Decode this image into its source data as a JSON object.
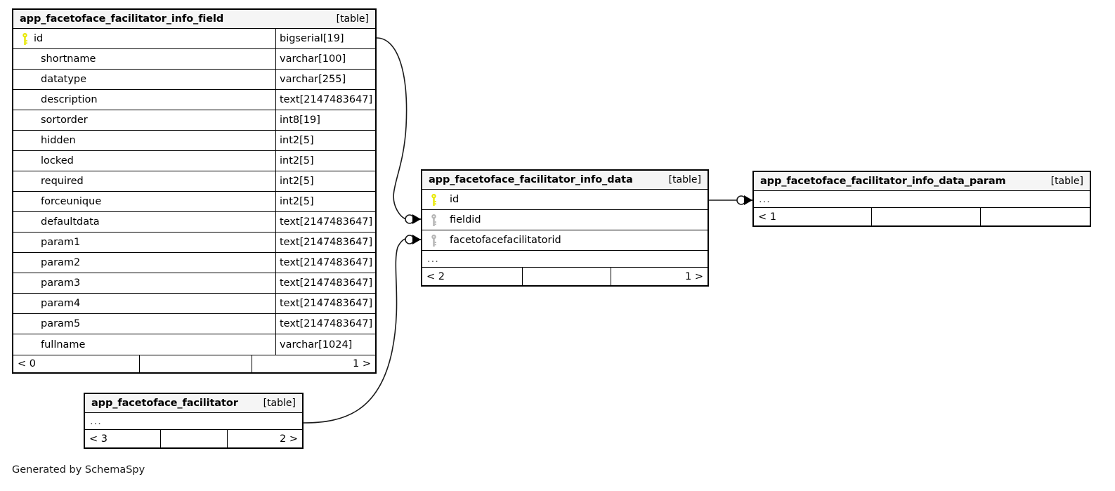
{
  "diagram": {
    "type": "entity-relationship-diagram",
    "credit": "Generated by SchemaSpy",
    "table_tag": "[table]",
    "ellipsis": "...",
    "colors": {
      "background": "#ffffff",
      "border": "#000000",
      "header_fill": "#f5f5f5",
      "primary_key": "#e8e800",
      "foreign_key": "#b0b0b0",
      "text": "#000000"
    }
  },
  "tables": [
    {
      "id": "app_facetoface_facilitator_info_field",
      "title": "app_facetoface_facilitator_info_field",
      "tag": "[table]",
      "columns": [
        {
          "key": "primary",
          "name": "id",
          "type": "bigserial[19]"
        },
        {
          "key": "none",
          "name": "shortname",
          "type": "varchar[100]"
        },
        {
          "key": "none",
          "name": "datatype",
          "type": "varchar[255]"
        },
        {
          "key": "none",
          "name": "description",
          "type": "text[2147483647]"
        },
        {
          "key": "none",
          "name": "sortorder",
          "type": "int8[19]"
        },
        {
          "key": "none",
          "name": "hidden",
          "type": "int2[5]"
        },
        {
          "key": "none",
          "name": "locked",
          "type": "int2[5]"
        },
        {
          "key": "none",
          "name": "required",
          "type": "int2[5]"
        },
        {
          "key": "none",
          "name": "forceunique",
          "type": "int2[5]"
        },
        {
          "key": "none",
          "name": "defaultdata",
          "type": "text[2147483647]"
        },
        {
          "key": "none",
          "name": "param1",
          "type": "text[2147483647]"
        },
        {
          "key": "none",
          "name": "param2",
          "type": "text[2147483647]"
        },
        {
          "key": "none",
          "name": "param3",
          "type": "text[2147483647]"
        },
        {
          "key": "none",
          "name": "param4",
          "type": "text[2147483647]"
        },
        {
          "key": "none",
          "name": "param5",
          "type": "text[2147483647]"
        },
        {
          "key": "none",
          "name": "fullname",
          "type": "varchar[1024]"
        }
      ],
      "has_ellipsis_row": false,
      "footer": {
        "left": "< 0",
        "middle": "",
        "right": "1 >"
      }
    },
    {
      "id": "app_facetoface_facilitator_info_data",
      "title": "app_facetoface_facilitator_info_data",
      "tag": "[table]",
      "columns": [
        {
          "key": "primary",
          "name": "id",
          "type": ""
        },
        {
          "key": "foreign",
          "name": "fieldid",
          "type": ""
        },
        {
          "key": "foreign",
          "name": "facetofacefacilitatorid",
          "type": ""
        }
      ],
      "has_ellipsis_row": true,
      "footer": {
        "left": "< 2",
        "middle": "",
        "right": "1 >"
      }
    },
    {
      "id": "app_facetoface_facilitator_info_data_param",
      "title": "app_facetoface_facilitator_info_data_param",
      "tag": "[table]",
      "columns": [],
      "has_ellipsis_row": true,
      "footer": {
        "left": "< 1",
        "middle": "",
        "right": ""
      }
    },
    {
      "id": "app_facetoface_facilitator",
      "title": "app_facetoface_facilitator",
      "tag": "[table]",
      "columns": [],
      "has_ellipsis_row": true,
      "footer": {
        "left": "< 3",
        "middle": "",
        "right": "2 >"
      }
    }
  ],
  "relationships": [
    {
      "name": "field-id-to-data-fieldid",
      "from_table": "app_facetoface_facilitator_info_field",
      "from_column": "id",
      "to_table": "app_facetoface_facilitator_info_data",
      "to_column": "fieldid",
      "cardinality": "one-to-many"
    },
    {
      "name": "facilitator-to-data-facetofacefacilitatorid",
      "from_table": "app_facetoface_facilitator",
      "from_column": "...",
      "to_table": "app_facetoface_facilitator_info_data",
      "to_column": "facetofacefacilitatorid",
      "cardinality": "one-to-many"
    },
    {
      "name": "data-id-to-data-param",
      "from_table": "app_facetoface_facilitator_info_data",
      "from_column": "id",
      "to_table": "app_facetoface_facilitator_info_data_param",
      "to_column": "...",
      "cardinality": "one-to-many"
    }
  ]
}
